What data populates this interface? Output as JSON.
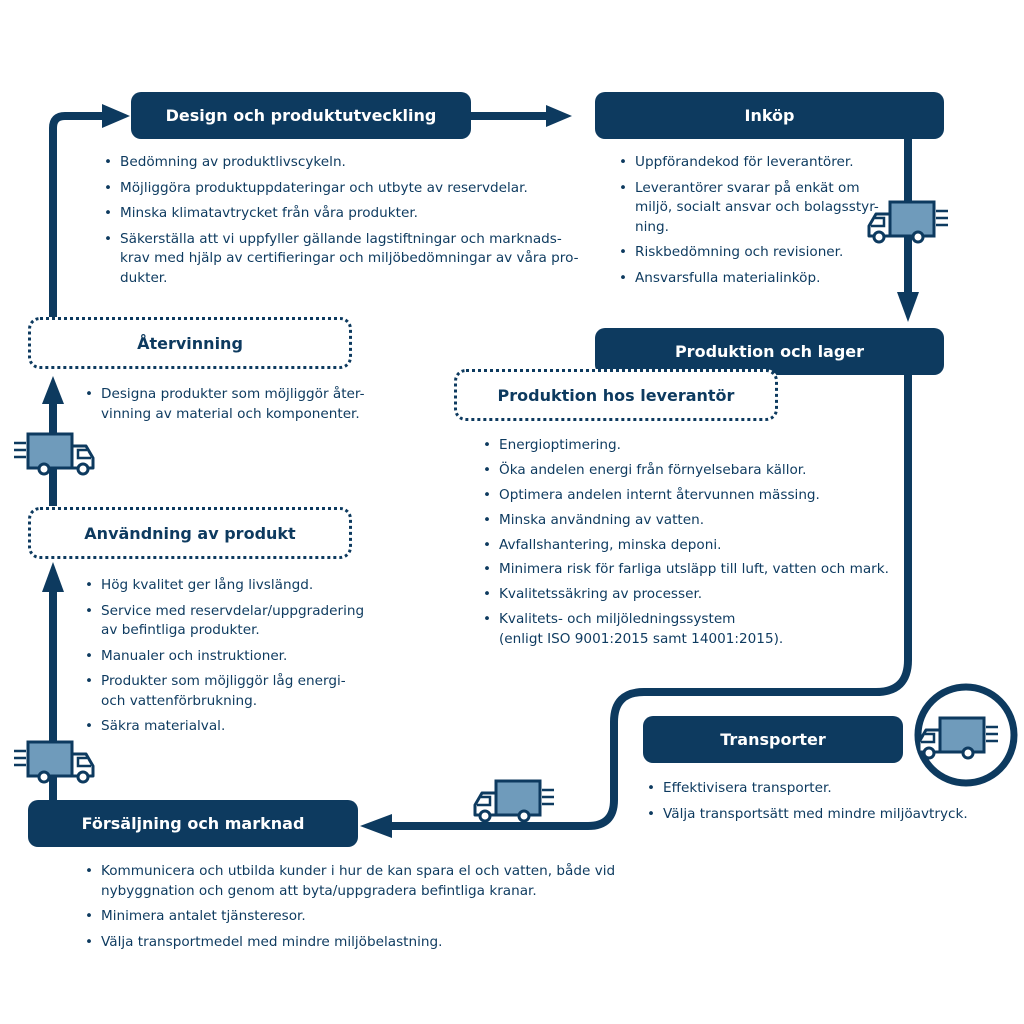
{
  "colors": {
    "navy": "#0d3a5f",
    "truck_body": "#6f9bbb",
    "white": "#ffffff"
  },
  "stages": {
    "design": {
      "title": "Design och produktutveckling",
      "bullets": [
        "Bedömning av produktlivscykeln.",
        "Möjliggöra produktuppdateringar och utbyte av reservdelar.",
        "Minska klimatavtrycket från våra produkter.",
        "Säkerställa att vi uppfyller gällande lagstiftningar och marknads-\nkrav med hjälp av certifieringar och miljöbedömningar av våra pro-\ndukter."
      ]
    },
    "inkop": {
      "title": "Inköp",
      "bullets": [
        "Uppförandekod för leverantörer.",
        "Leverantörer svarar på enkät om\nmiljö, socialt ansvar och bolagsstyr-\nning.",
        "Riskbedömning och revisioner.",
        "Ansvarsfulla materialinköp."
      ]
    },
    "produktion": {
      "title": "Produktion och lager"
    },
    "leverantor": {
      "title": "Produktion hos leverantör",
      "bullets": [
        "Energioptimering.",
        "Öka andelen energi från förnyelsebara källor.",
        "Optimera andelen internt återvunnen mässing.",
        "Minska användning av vatten.",
        "Avfallshantering, minska deponi.",
        "Minimera risk för farliga utsläpp till luft, vatten och mark.",
        "Kvalitetssäkring av processer.",
        "Kvalitets- och miljöledningssystem\n(enligt ISO 9001:2015 samt 14001:2015)."
      ]
    },
    "transporter": {
      "title": "Transporter",
      "bullets": [
        "Effektivisera transporter.",
        "Välja transportsätt med mindre miljöavtryck."
      ]
    },
    "forsaljning": {
      "title": "Försäljning och marknad",
      "bullets": [
        "Kommunicera och utbilda kunder i hur de kan spara el och vatten, både vid\nnybyggnation och genom att byta/uppgradera befintliga kranar.",
        "Minimera antalet tjänsteresor.",
        "Välja transportmedel med mindre miljöbelastning."
      ]
    },
    "anvandning": {
      "title": "Användning av produkt",
      "bullets": [
        "Hög kvalitet ger lång livslängd.",
        "Service med reservdelar/uppgradering\nav befintliga produkter.",
        "Manualer och instruktioner.",
        "Produkter som möjliggör låg energi-\noch vattenförbrukning.",
        "Säkra materialval."
      ]
    },
    "atervinning": {
      "title": "Återvinning",
      "bullets": [
        "Designa produkter som möjliggör åter-\nvinning av material och komponenter."
      ]
    }
  },
  "icons": [
    "truck-icon"
  ]
}
